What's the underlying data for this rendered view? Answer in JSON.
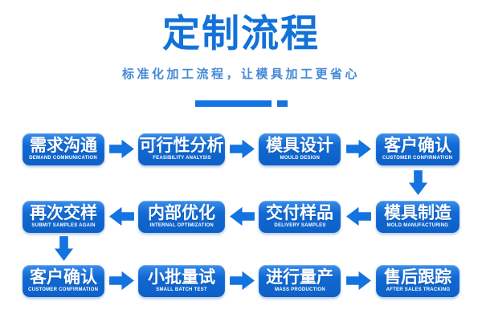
{
  "header": {
    "title": "定制流程",
    "subtitle": "标准化加工流程，让模具加工更省心"
  },
  "colors": {
    "title_blue": "#1272d8",
    "subtitle_blue": "#4589d6",
    "box_blue_top": "#3a8de9",
    "box_blue_bottom": "#0d60c6",
    "arrow_blue": "#1373e0",
    "background": "#ffffff"
  },
  "flow": {
    "rows": [
      {
        "direction": "right",
        "steps": [
          {
            "zh": "需求沟通",
            "en": "DEMAND COMMUNICATION"
          },
          {
            "zh": "可行性分析",
            "en": "FEASIBILITY ANALYSIS"
          },
          {
            "zh": "模具设计",
            "en": "MOULD DESIGN"
          },
          {
            "zh": "客户确认",
            "en": "CUSTOMER CONFIRMATION"
          }
        ]
      },
      {
        "direction": "left",
        "steps": [
          {
            "zh": "再次交样",
            "en": "SUBMIT SAMPLES AGAIN"
          },
          {
            "zh": "内部优化",
            "en": "INTERNAL OPTIMIZATION"
          },
          {
            "zh": "交付样品",
            "en": "DELIVERY SAMPLES"
          },
          {
            "zh": "模具制造",
            "en": "MOLD MANUFACTURING"
          }
        ]
      },
      {
        "direction": "right",
        "steps": [
          {
            "zh": "客户确认",
            "en": "CUSTOMER CONFIRMATION"
          },
          {
            "zh": "小批量试",
            "en": "SMALL BATCH TEST"
          },
          {
            "zh": "进行量产",
            "en": "MASS PRODUCTION"
          },
          {
            "zh": "售后跟踪",
            "en": "AFTER SALES TRACKING"
          }
        ]
      }
    ]
  }
}
